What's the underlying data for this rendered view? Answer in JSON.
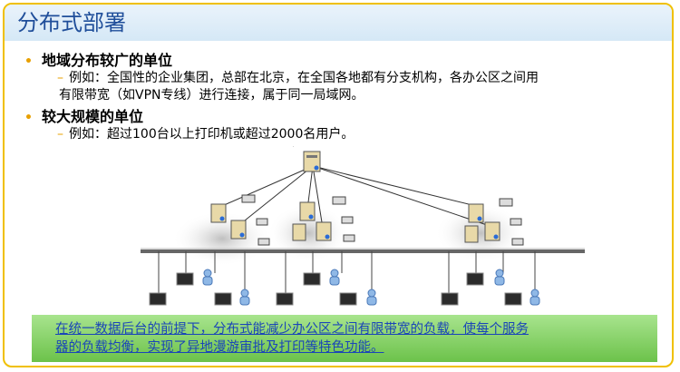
{
  "title": "分布式部署",
  "bullets": [
    {
      "heading": "地域分布较广的单位",
      "detail_line1": "例如：全国性的企业集团，总部在北京，在全国各地都有分支机构，各办公区之间用",
      "detail_line2": "有限带宽（如VPN专线）进行连接，属于同一局域网。"
    },
    {
      "heading": "较大规模的单位",
      "detail_line1": "例如：超过100台以上打印机或超过2000名用户。"
    }
  ],
  "note_line1": "在统一数据后台的前提下，分布式能减少办公区之间有限带宽的负载，使每个服务",
  "note_line2": "器的负载均衡，实现了异地漫游审批及打印等特色功能。",
  "colors": {
    "title": "#1f4e9a",
    "accent": "#e8a000",
    "note_bg": "#6cc24a",
    "note_text": "#1a45b8",
    "border": "#f0c000"
  }
}
